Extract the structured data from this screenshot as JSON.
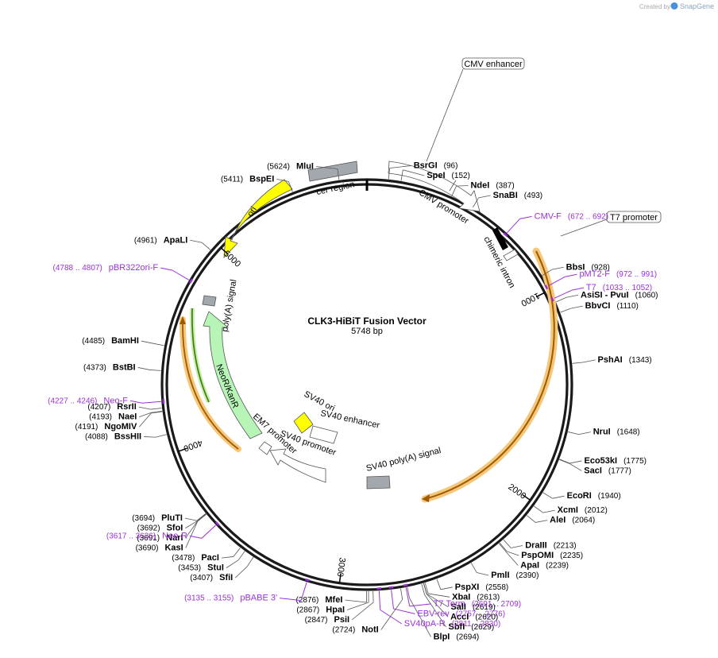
{
  "header": {
    "created_by": "Created by",
    "brand": "SnapGene"
  },
  "map": {
    "title": "CLK3-HiBiT Fusion Vector",
    "length": "5748 bp",
    "total": 5748,
    "ticks": [
      {
        "pos": 1000,
        "label": "1000"
      },
      {
        "pos": 2000,
        "label": "2000"
      },
      {
        "pos": 3000,
        "label": "3000"
      },
      {
        "pos": 4000,
        "label": "4000"
      },
      {
        "pos": 5000,
        "label": "5000"
      }
    ],
    "sites": [
      {
        "name": "BsrGI",
        "pos_label": "(96)",
        "pos": 96,
        "side": "r"
      },
      {
        "name": "SpeI",
        "pos_label": "(152)",
        "pos": 152,
        "side": "r"
      },
      {
        "name": "NdeI",
        "pos_label": "(387)",
        "pos": 387,
        "side": "r"
      },
      {
        "name": "SnaBI",
        "pos_label": "(493)",
        "pos": 493,
        "side": "r"
      },
      {
        "name": "BbsI",
        "pos_label": "(928)",
        "pos": 928,
        "side": "r"
      },
      {
        "name": "AsiSI - PvuI",
        "pos_label": "(1060)",
        "pos": 1060,
        "side": "r"
      },
      {
        "name": "BbvCI",
        "pos_label": "(1110)",
        "pos": 1110,
        "side": "r"
      },
      {
        "name": "PshAI",
        "pos_label": "(1343)",
        "pos": 1343,
        "side": "r"
      },
      {
        "name": "NruI",
        "pos_label": "(1648)",
        "pos": 1648,
        "side": "r"
      },
      {
        "name": "Eco53kI",
        "pos_label": "(1775)",
        "pos": 1775,
        "side": "r"
      },
      {
        "name": "SacI",
        "pos_label": "(1777)",
        "pos": 1777,
        "side": "r"
      },
      {
        "name": "EcoRI",
        "pos_label": "(1940)",
        "pos": 1940,
        "side": "r"
      },
      {
        "name": "XcmI",
        "pos_label": "(2012)",
        "pos": 2012,
        "side": "r"
      },
      {
        "name": "AleI",
        "pos_label": "(2064)",
        "pos": 2064,
        "side": "r"
      },
      {
        "name": "DraIII",
        "pos_label": "(2213)",
        "pos": 2213,
        "side": "r"
      },
      {
        "name": "PspOMI",
        "pos_label": "(2235)",
        "pos": 2235,
        "side": "r"
      },
      {
        "name": "ApaI",
        "pos_label": "(2239)",
        "pos": 2239,
        "side": "r"
      },
      {
        "name": "PmlI",
        "pos_label": "(2390)",
        "pos": 2390,
        "side": "r"
      },
      {
        "name": "PspXI",
        "pos_label": "(2558)",
        "pos": 2558,
        "side": "r"
      },
      {
        "name": "XbaI",
        "pos_label": "(2613)",
        "pos": 2613,
        "side": "r"
      },
      {
        "name": "SalI",
        "pos_label": "(2619)",
        "pos": 2619,
        "side": "r"
      },
      {
        "name": "AccI",
        "pos_label": "(2620)",
        "pos": 2620,
        "side": "r"
      },
      {
        "name": "SbfI",
        "pos_label": "(2629)",
        "pos": 2629,
        "side": "r"
      },
      {
        "name": "BlpI",
        "pos_label": "(2694)",
        "pos": 2694,
        "side": "r"
      },
      {
        "name": "NotI",
        "pos_label": "(2724)",
        "pos": 2724,
        "side": "l"
      },
      {
        "name": "PsiI",
        "pos_label": "(2847)",
        "pos": 2847,
        "side": "l"
      },
      {
        "name": "HpaI",
        "pos_label": "(2867)",
        "pos": 2867,
        "side": "l"
      },
      {
        "name": "MfeI",
        "pos_label": "(2876)",
        "pos": 2876,
        "side": "l"
      },
      {
        "name": "SfiI",
        "pos_label": "(3407)",
        "pos": 3407,
        "side": "l"
      },
      {
        "name": "StuI",
        "pos_label": "(3453)",
        "pos": 3453,
        "side": "l"
      },
      {
        "name": "PacI",
        "pos_label": "(3478)",
        "pos": 3478,
        "side": "l"
      },
      {
        "name": "KasI",
        "pos_label": "(3690)",
        "pos": 3690,
        "side": "l"
      },
      {
        "name": "NarI",
        "pos_label": "(3691)",
        "pos": 3691,
        "side": "l"
      },
      {
        "name": "SfoI",
        "pos_label": "(3692)",
        "pos": 3692,
        "side": "l"
      },
      {
        "name": "PluTI",
        "pos_label": "(3694)",
        "pos": 3694,
        "side": "l"
      },
      {
        "name": "BssHII",
        "pos_label": "(4088)",
        "pos": 4088,
        "side": "l"
      },
      {
        "name": "NgoMIV",
        "pos_label": "(4191)",
        "pos": 4191,
        "side": "l"
      },
      {
        "name": "NaeI",
        "pos_label": "(4193)",
        "pos": 4193,
        "side": "l"
      },
      {
        "name": "RsrII",
        "pos_label": "(4207)",
        "pos": 4207,
        "side": "l"
      },
      {
        "name": "BstBI",
        "pos_label": "(4373)",
        "pos": 4373,
        "side": "l"
      },
      {
        "name": "BamHI",
        "pos_label": "(4485)",
        "pos": 4485,
        "side": "l"
      },
      {
        "name": "ApaLI",
        "pos_label": "(4961)",
        "pos": 4961,
        "side": "l"
      },
      {
        "name": "BspEI",
        "pos_label": "(5411)",
        "pos": 5411,
        "side": "l"
      },
      {
        "name": "MluI",
        "pos_label": "(5624)",
        "pos": 5624,
        "side": "l"
      }
    ],
    "primers": [
      {
        "name": "CMV-F",
        "range": "(672 .. 692)",
        "pos": 682,
        "side": "r"
      },
      {
        "name": "pMT2-F",
        "range": "(972 .. 991)",
        "pos": 981,
        "side": "r"
      },
      {
        "name": "T7",
        "range": "(1033 .. 1052)",
        "pos": 1042,
        "side": "r"
      },
      {
        "name": "T7 Term",
        "range": "(2691 .. 2709)",
        "pos": 2700,
        "side": "r"
      },
      {
        "name": "EBV-rev",
        "range": "(2757 .. 2776)",
        "pos": 2766,
        "side": "r"
      },
      {
        "name": "SV40pA-R",
        "range": "(2811 .. 2830)",
        "pos": 2820,
        "side": "r"
      },
      {
        "name": "pBABE 3'",
        "range": "(3135 .. 3155)",
        "pos": 3145,
        "side": "l"
      },
      {
        "name": "Neo-R",
        "range": "(3617 .. 3636)",
        "pos": 3626,
        "side": "l"
      },
      {
        "name": "Neo-F",
        "range": "(4227 .. 4246)",
        "pos": 4236,
        "side": "l"
      },
      {
        "name": "pBR322ori-F",
        "range": "(4788 .. 4807)",
        "pos": 4797,
        "side": "l"
      }
    ],
    "boxed_labels": [
      {
        "text": "CMV enhancer"
      },
      {
        "text": "T7 promoter"
      }
    ],
    "features": [
      {
        "name": "cer region",
        "color": "#a3a8ae",
        "type": "box"
      },
      {
        "name": "CMV promoter",
        "color": "#ffffff",
        "type": "arrow"
      },
      {
        "name": "chimeric intron",
        "color": "#ffffff",
        "type": "box"
      },
      {
        "name": "ori",
        "color": "#ffff00",
        "type": "arrow"
      },
      {
        "name": "poly(A) signal",
        "color": "#a3a8ae",
        "type": "box"
      },
      {
        "name": "NeoR/KanR",
        "color": "#b6f5b6",
        "type": "arrow"
      },
      {
        "name": "EM7 promoter",
        "color": "#ffffff",
        "type": "arrow"
      },
      {
        "name": "SV40 promoter",
        "color": "#ffffff",
        "type": "arrow"
      },
      {
        "name": "SV40 ori",
        "color": "#ffff00",
        "type": "box"
      },
      {
        "name": "SV40 enhancer",
        "color": "#ffffff",
        "type": "box"
      },
      {
        "name": "SV40 poly(A) signal",
        "color": "#a3a8ae",
        "type": "box"
      }
    ],
    "colors": {
      "backbone": "#000000",
      "primer": "#9b30d9",
      "orf_highlight": "#f5c77a",
      "orf_arrow": "#a05a00",
      "neo_orf": "#3a8a00"
    }
  }
}
